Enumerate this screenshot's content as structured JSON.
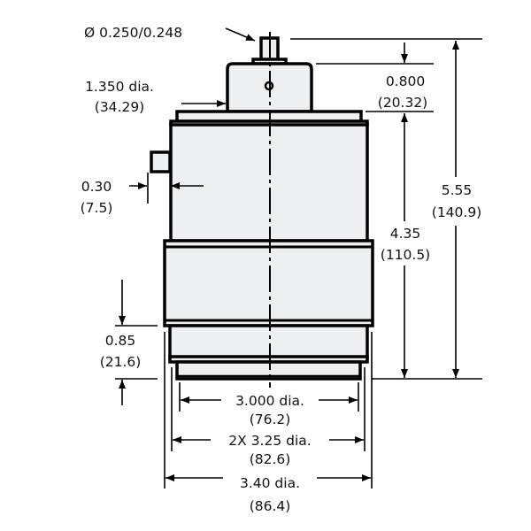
{
  "labels": {
    "shaft_dia": "Ø 0.250/0.248",
    "cap_dia": "1.350 dia.",
    "cap_dia_mm": "(34.29)",
    "port_offset": "0.30",
    "port_offset_mm": "(7.5)",
    "base_height": "0.85",
    "base_height_mm": "(21.6)",
    "shaft_height": "0.800",
    "shaft_height_mm": "(20.32)",
    "body_height": "4.35",
    "body_height_mm": "(110.5)",
    "overall_height": "5.55",
    "overall_height_mm": "(140.9)",
    "base_dia": "3.000 dia.",
    "base_dia_mm": "(76.2)",
    "body_dia": "2X 3.25 dia.",
    "body_dia_mm": "(82.6)",
    "band_dia": "3.40 dia.",
    "band_dia_mm": "(86.4)"
  },
  "colors": {
    "fill": "#eeeff1",
    "line": "#000000"
  }
}
